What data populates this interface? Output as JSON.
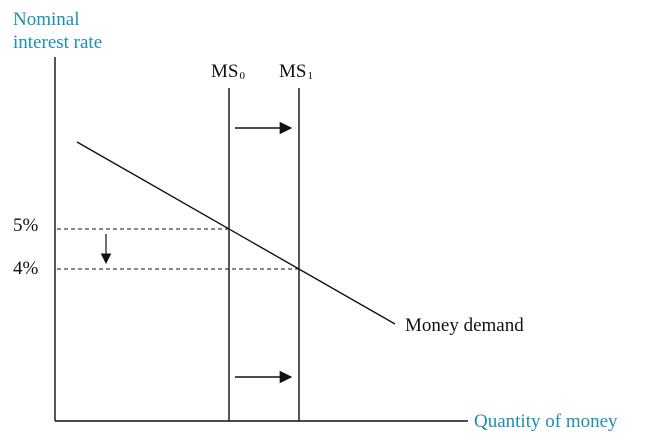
{
  "y_axis": {
    "label_line1": "Nominal",
    "label_line2": "interest rate"
  },
  "x_axis": {
    "label": "Quantity of money"
  },
  "ticks": {
    "high": "5%",
    "low": "4%"
  },
  "supply_curves": [
    {
      "prefix": "MS",
      "subscript": "0"
    },
    {
      "prefix": "MS",
      "subscript": "1"
    }
  ],
  "demand_curve": {
    "label": "Money demand"
  },
  "colors": {
    "axis_label": "#1a8fb5",
    "lines": "#111111"
  }
}
